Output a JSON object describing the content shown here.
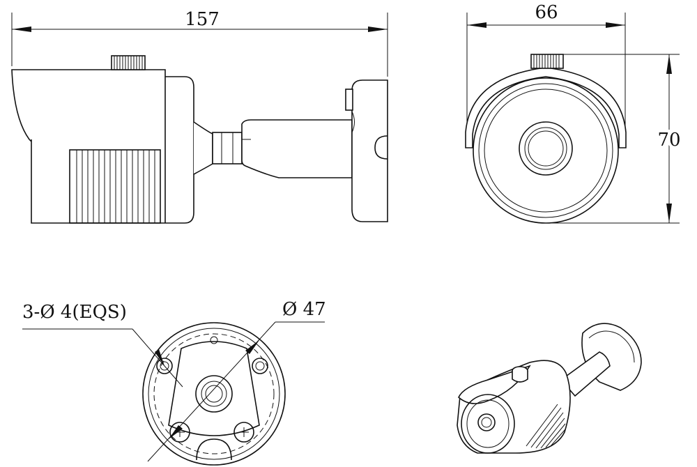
{
  "dimensions": {
    "length": "157",
    "width": "66",
    "height": "70",
    "holes": "3-Ø 4(EQS)",
    "pcd": "Ø 47"
  },
  "views": [
    "side-view",
    "front-view",
    "base-view",
    "isometric-view"
  ]
}
